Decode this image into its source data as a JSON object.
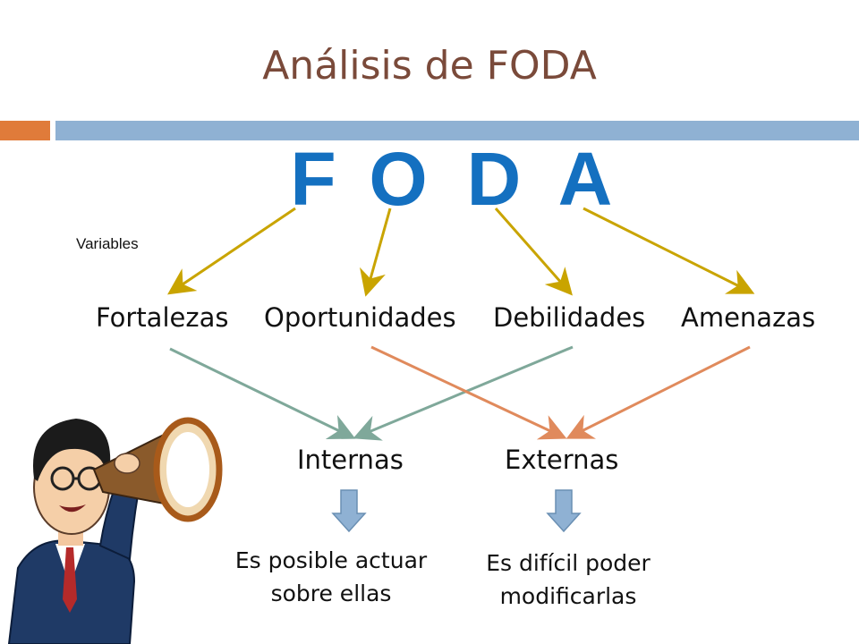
{
  "title": "Análisis de FODA",
  "acronym": [
    "F",
    "O",
    "D",
    "A"
  ],
  "side_label": "Variables",
  "variables": [
    "Fortalezas",
    "Oportunidades",
    "Debilidades",
    "Amenazas"
  ],
  "groups": [
    "Internas",
    "Externas"
  ],
  "notes": {
    "internal": [
      "Es posible actuar",
      "sobre ellas"
    ],
    "external": [
      "Es difícil poder",
      "modificarlas"
    ]
  },
  "colors": {
    "title": "#7a4a3a",
    "accent_bar_orange": "#e07b3a",
    "accent_bar_blue": "#8fb1d3",
    "acronym": "#1470c0",
    "arrow_gold": "#c9a400",
    "arrow_teal": "#7fa89a",
    "arrow_orange": "#e08a5c",
    "arrow_down": "#8fb1d3"
  },
  "illustration": "man-with-telescope-icon"
}
